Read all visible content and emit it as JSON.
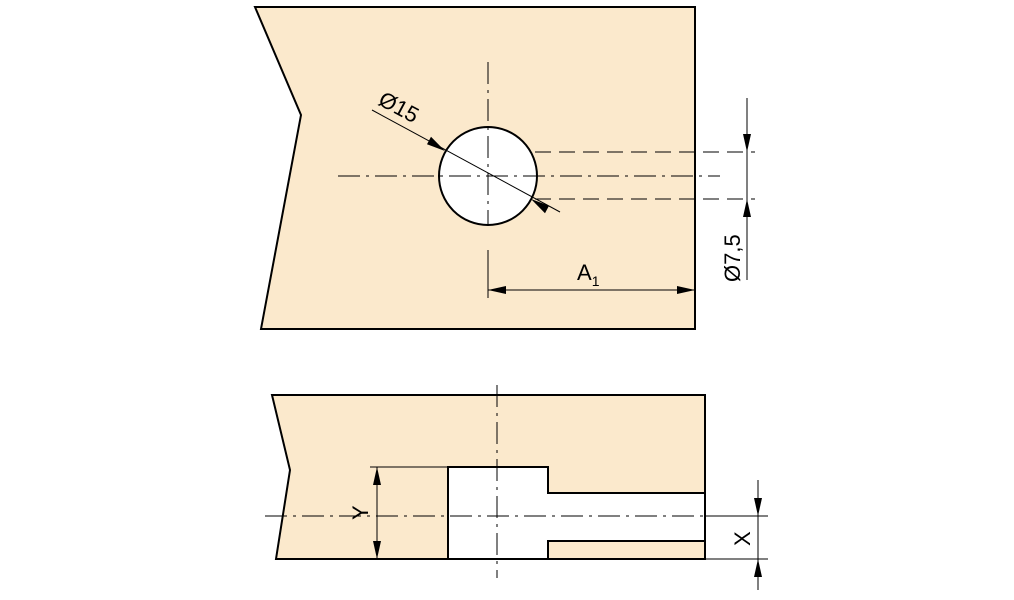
{
  "colors": {
    "material": "#fbe9cc",
    "bore": "#ffffff",
    "line": "#000000"
  },
  "dimensions": {
    "bore_diameter": "Ø15",
    "pin_diameter": "Ø7,5",
    "offset_label": "A",
    "offset_subscript": "1",
    "depth_label": "Y",
    "height_label": "X"
  }
}
